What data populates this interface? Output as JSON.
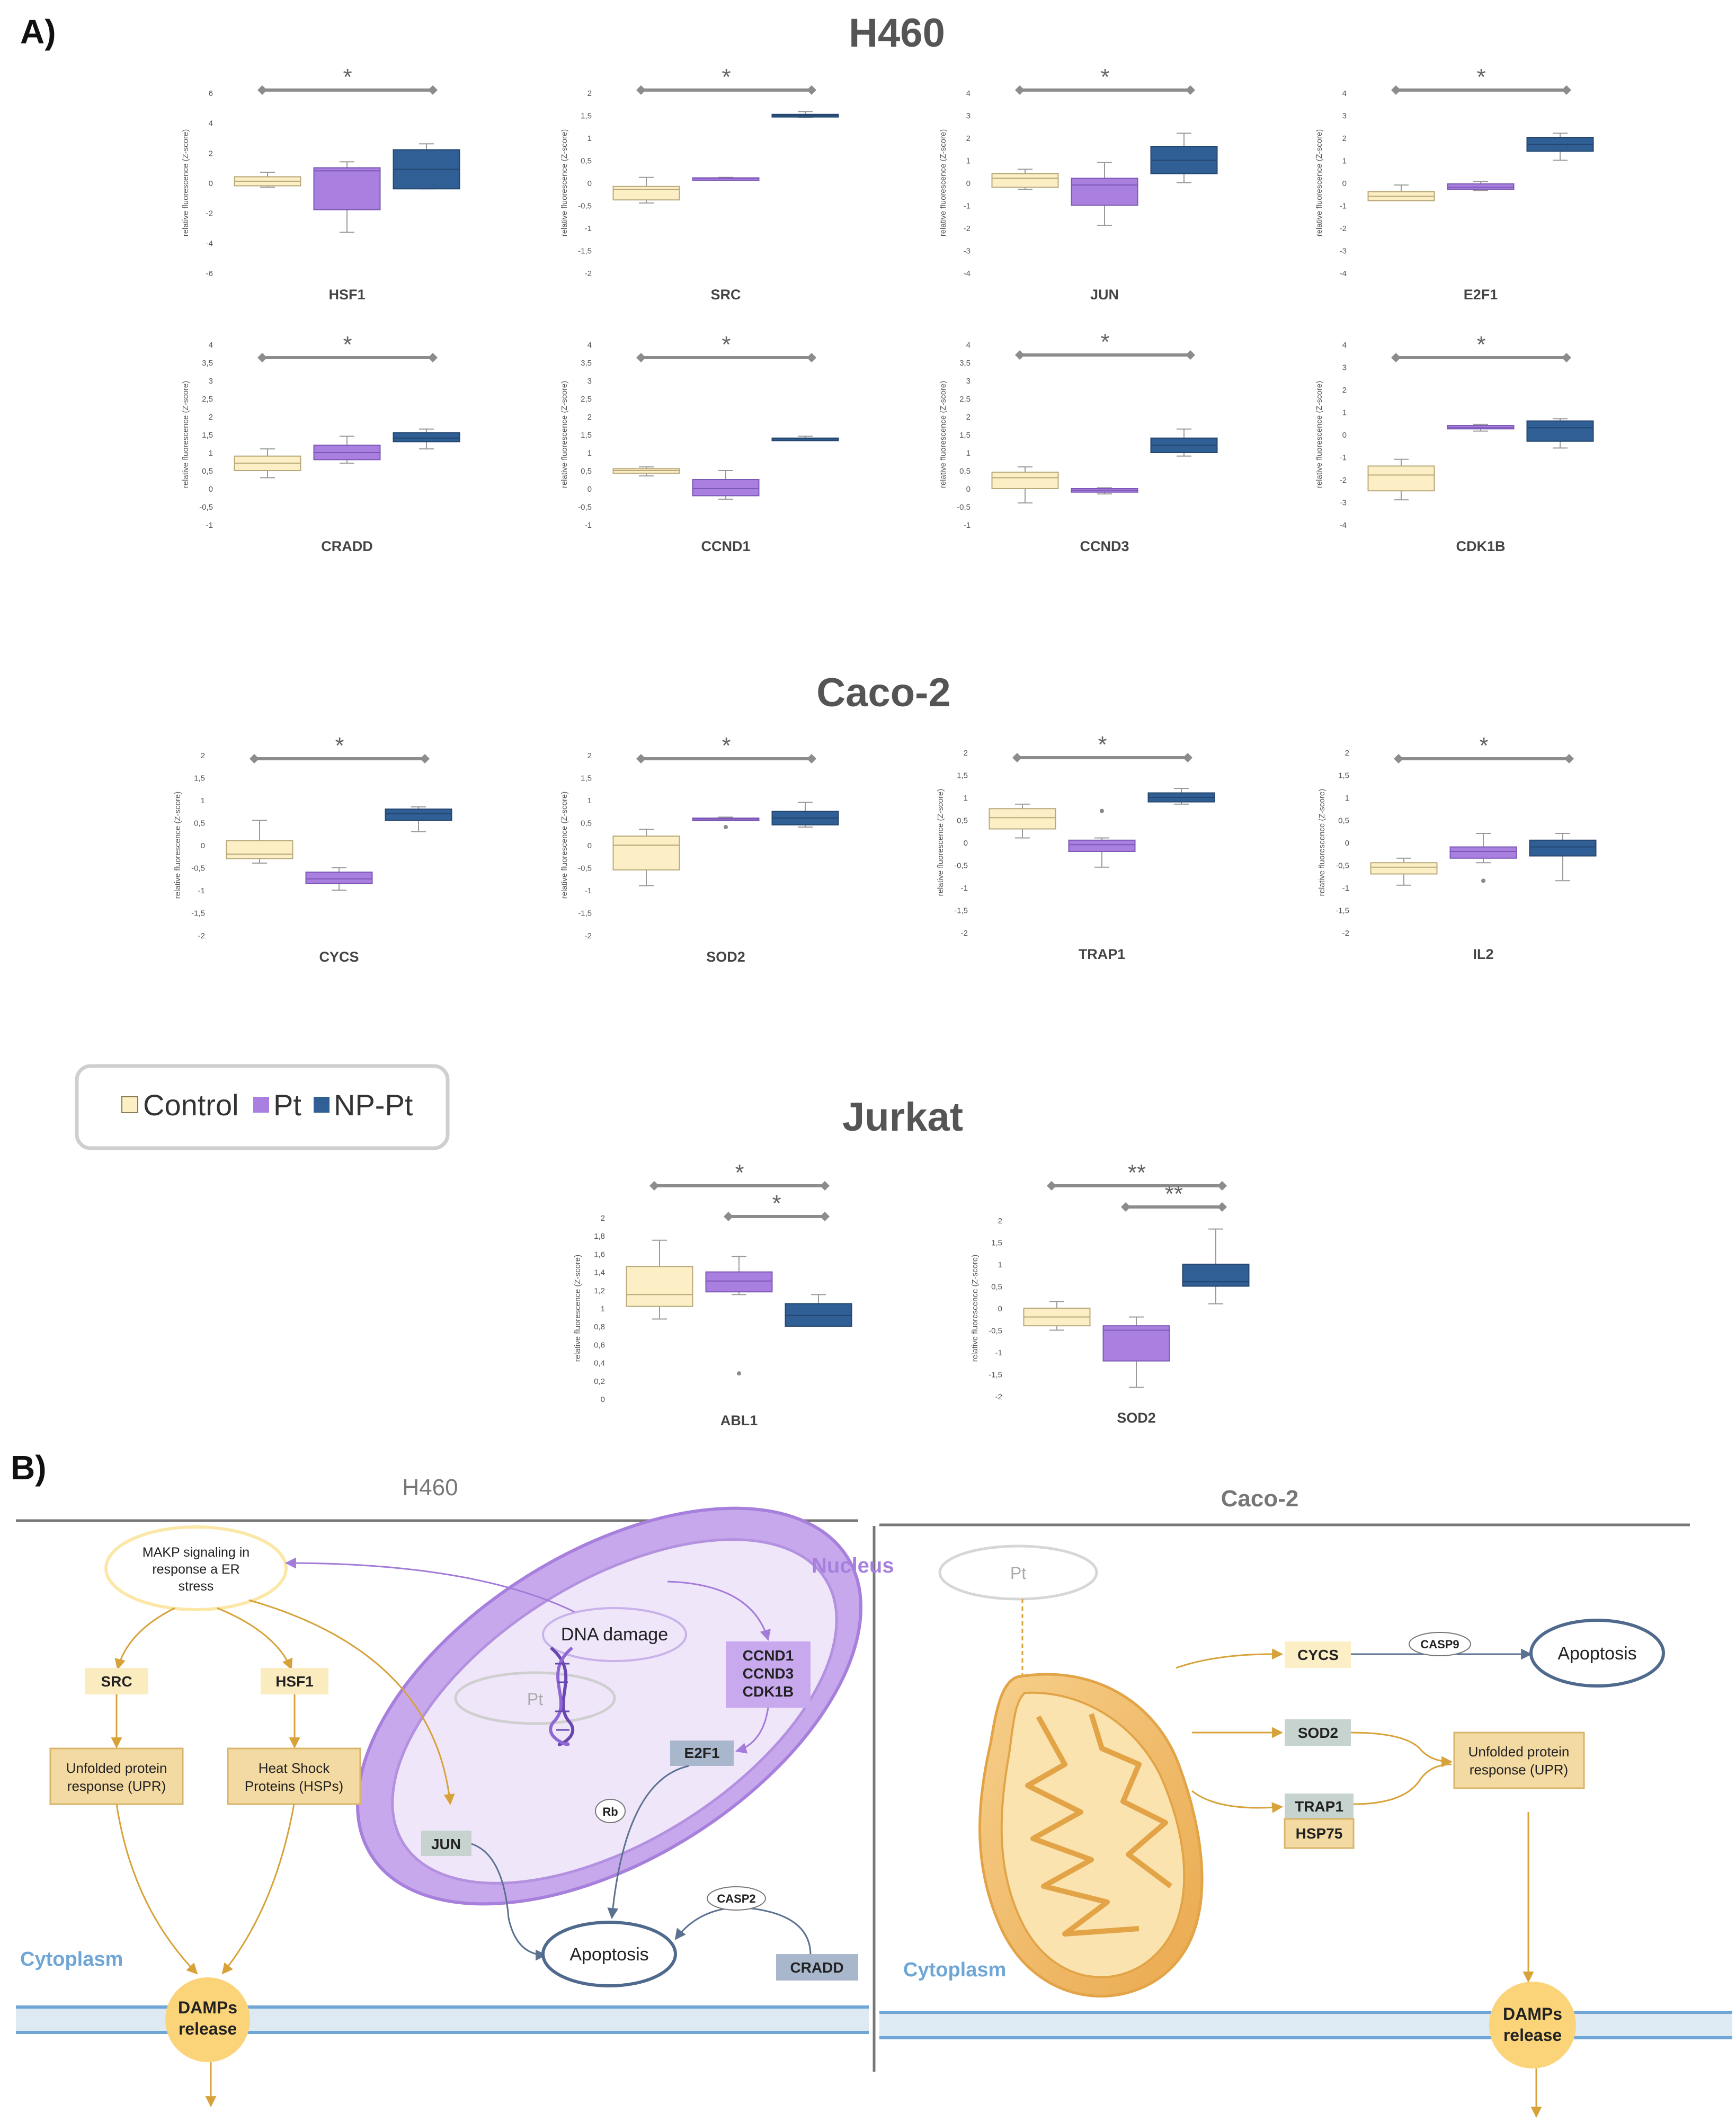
{
  "panel_a_label": "A)",
  "panel_b_label": "B)",
  "colors": {
    "control": "#fcefc6",
    "control_edge": "#b8a878",
    "pt": "#a97fe0",
    "pt_edge": "#7c58b5",
    "nppt": "#2f5f94",
    "nppt_edge": "#24456e",
    "line": "#8c8c8c"
  },
  "legend": {
    "items": [
      {
        "label": "Control",
        "color": "#fcefc6"
      },
      {
        "label": "Pt",
        "color": "#a97fe0"
      },
      {
        "label": "NP-Pt",
        "color": "#2f5f94"
      }
    ]
  },
  "sections": {
    "h460": "H460",
    "caco2": "Caco-2",
    "jurkat": "Jurkat"
  },
  "y_label_default": "relative fluorescence  (Z-score)",
  "chart_data": [
    {
      "type": "box",
      "cell_line": "H460",
      "title": "HSF1",
      "ylabel": "relative fluorescence  (Z-score)",
      "ylim": [
        -6,
        6
      ],
      "yticks": [
        "6",
        "4",
        "2",
        "0",
        "-2",
        "-4",
        "-6"
      ],
      "significance": [
        {
          "pair": [
            "Control",
            "NP-Pt"
          ],
          "label": "*"
        }
      ],
      "series": [
        {
          "name": "Control",
          "stats": {
            "min": -0.3,
            "q1": -0.2,
            "median": 0.1,
            "q3": 0.4,
            "max": 0.7
          }
        },
        {
          "name": "Pt",
          "stats": {
            "min": -3.3,
            "q1": -1.8,
            "median": 0.8,
            "q3": 1.0,
            "max": 1.4
          }
        },
        {
          "name": "NP-Pt",
          "stats": {
            "min": -0.4,
            "q1": -0.4,
            "median": 0.9,
            "q3": 2.2,
            "max": 2.6
          }
        }
      ]
    },
    {
      "type": "box",
      "cell_line": "H460",
      "title": "SRC",
      "ylabel": "relative fluorescence  (Z-score)",
      "ylim": [
        -2,
        2
      ],
      "yticks": [
        "2",
        "1,5",
        "1",
        "0,5",
        "0",
        "-0,5",
        "-1",
        "-1,5",
        "-2"
      ],
      "significance": [
        {
          "pair": [
            "Control",
            "NP-Pt"
          ],
          "label": "*"
        }
      ],
      "series": [
        {
          "name": "Control",
          "stats": {
            "min": -0.45,
            "q1": -0.38,
            "median": -0.15,
            "q3": -0.08,
            "max": 0.12
          }
        },
        {
          "name": "Pt",
          "stats": {
            "min": 0.08,
            "q1": 0.09,
            "median": 0.1,
            "q3": 0.11,
            "max": 0.12
          }
        },
        {
          "name": "NP-Pt",
          "stats": {
            "min": 1.45,
            "q1": 1.47,
            "median": 1.5,
            "q3": 1.52,
            "max": 1.58
          }
        }
      ]
    },
    {
      "type": "box",
      "cell_line": "H460",
      "title": "JUN",
      "ylabel": "relative fluorescence  (Z-score)",
      "ylim": [
        -4,
        4
      ],
      "yticks": [
        "4",
        "3",
        "2",
        "1",
        "0",
        "-1",
        "-2",
        "-3",
        "-4"
      ],
      "significance": [
        {
          "pair": [
            "Control",
            "NP-Pt"
          ],
          "label": "*"
        }
      ],
      "series": [
        {
          "name": "Control",
          "stats": {
            "min": -0.3,
            "q1": -0.2,
            "median": 0.2,
            "q3": 0.4,
            "max": 0.6
          }
        },
        {
          "name": "Pt",
          "stats": {
            "min": -1.9,
            "q1": -1.0,
            "median": -0.1,
            "q3": 0.2,
            "max": 0.9
          }
        },
        {
          "name": "NP-Pt",
          "stats": {
            "min": 0.0,
            "q1": 0.4,
            "median": 1.0,
            "q3": 1.6,
            "max": 2.2
          }
        }
      ]
    },
    {
      "type": "box",
      "cell_line": "H460",
      "title": "E2F1",
      "ylabel": "relative fluorescence  (Z-score)",
      "ylim": [
        -4,
        4
      ],
      "yticks": [
        "4",
        "3",
        "2",
        "1",
        "0",
        "-1",
        "-2",
        "-3",
        "-4"
      ],
      "significance": [
        {
          "pair": [
            "Control",
            "NP-Pt"
          ],
          "label": "*"
        }
      ],
      "series": [
        {
          "name": "Control",
          "stats": {
            "min": -0.8,
            "q1": -0.8,
            "median": -0.6,
            "q3": -0.4,
            "max": -0.1
          }
        },
        {
          "name": "Pt",
          "stats": {
            "min": -0.35,
            "q1": -0.3,
            "median": -0.2,
            "q3": -0.05,
            "max": 0.05
          }
        },
        {
          "name": "NP-Pt",
          "stats": {
            "min": 1.0,
            "q1": 1.4,
            "median": 1.7,
            "q3": 2.0,
            "max": 2.2
          }
        }
      ]
    },
    {
      "type": "box",
      "cell_line": "H460",
      "title": "CRADD",
      "ylabel": "relative fluorescence  (Z-score)",
      "ylim": [
        -1,
        4
      ],
      "yticks": [
        "4",
        "3,5",
        "3",
        "2,5",
        "2",
        "1,5",
        "1",
        "0,5",
        "0",
        "-0,5",
        "-1"
      ],
      "significance": [
        {
          "pair": [
            "Control",
            "NP-Pt"
          ],
          "label": "*"
        }
      ],
      "series": [
        {
          "name": "Control",
          "stats": {
            "min": 0.3,
            "q1": 0.5,
            "median": 0.7,
            "q3": 0.9,
            "max": 1.1
          }
        },
        {
          "name": "Pt",
          "stats": {
            "min": 0.7,
            "q1": 0.8,
            "median": 1.0,
            "q3": 1.2,
            "max": 1.45
          }
        },
        {
          "name": "NP-Pt",
          "stats": {
            "min": 1.1,
            "q1": 1.3,
            "median": 1.4,
            "q3": 1.55,
            "max": 1.65
          }
        }
      ]
    },
    {
      "type": "box",
      "cell_line": "H460",
      "title": "CCND1",
      "ylabel": "relative fluorescence  (Z-score)",
      "ylim": [
        -1,
        4
      ],
      "yticks": [
        "4",
        "3,5",
        "3",
        "2,5",
        "2",
        "1,5",
        "1",
        "0,5",
        "0",
        "-0,5",
        "-1"
      ],
      "significance": [
        {
          "pair": [
            "Control",
            "NP-Pt"
          ],
          "label": "*"
        }
      ],
      "series": [
        {
          "name": "Control",
          "stats": {
            "min": 0.35,
            "q1": 0.42,
            "median": 0.5,
            "q3": 0.55,
            "max": 0.6
          }
        },
        {
          "name": "Pt",
          "stats": {
            "min": -0.3,
            "q1": -0.2,
            "median": 0.0,
            "q3": 0.25,
            "max": 0.5
          }
        },
        {
          "name": "NP-Pt",
          "stats": {
            "min": 1.33,
            "q1": 1.35,
            "median": 1.38,
            "q3": 1.4,
            "max": 1.45
          }
        }
      ]
    },
    {
      "type": "box",
      "cell_line": "H460",
      "title": "CCND3",
      "ylabel": "relative fluorescence  (Z-score)",
      "ylim": [
        -1,
        4
      ],
      "yticks": [
        "4",
        "3,5",
        "3",
        "2,5",
        "2",
        "1,5",
        "1",
        "0,5",
        "0",
        "-0,5",
        "-1"
      ],
      "significance": [
        {
          "pair": [
            "Control",
            "NP-Pt"
          ],
          "label": "*"
        }
      ],
      "series": [
        {
          "name": "Control",
          "stats": {
            "min": -0.4,
            "q1": 0.0,
            "median": 0.3,
            "q3": 0.45,
            "max": 0.6
          }
        },
        {
          "name": "Pt",
          "stats": {
            "min": -0.15,
            "q1": -0.1,
            "median": -0.05,
            "q3": 0.0,
            "max": 0.02
          }
        },
        {
          "name": "NP-Pt",
          "stats": {
            "min": 0.9,
            "q1": 1.0,
            "median": 1.2,
            "q3": 1.4,
            "max": 1.65
          }
        }
      ]
    },
    {
      "type": "box",
      "cell_line": "H460",
      "title": "CDK1B",
      "ylabel": "relative fluorescence  (Z-score)",
      "ylim": [
        -4,
        4
      ],
      "yticks": [
        "4",
        "3",
        "2",
        "1",
        "0",
        "-1",
        "-2",
        "-3",
        "-4"
      ],
      "significance": [
        {
          "pair": [
            "Control",
            "NP-Pt"
          ],
          "label": "*"
        }
      ],
      "series": [
        {
          "name": "Control",
          "stats": {
            "min": -2.9,
            "q1": -2.5,
            "median": -1.8,
            "q3": -1.4,
            "max": -1.1
          }
        },
        {
          "name": "Pt",
          "stats": {
            "min": 0.15,
            "q1": 0.25,
            "median": 0.3,
            "q3": 0.4,
            "max": 0.45
          }
        },
        {
          "name": "NP-Pt",
          "stats": {
            "min": -0.6,
            "q1": -0.3,
            "median": 0.3,
            "q3": 0.6,
            "max": 0.7
          }
        }
      ]
    },
    {
      "type": "box",
      "cell_line": "Caco-2",
      "title": "CYCS",
      "ylabel": "relative fluorescence  (Z-score)",
      "ylim": [
        -2,
        2
      ],
      "yticks": [
        "2",
        "1,5",
        "1",
        "0,5",
        "0",
        "-0,5",
        "-1",
        "-1,5",
        "-2"
      ],
      "significance": [
        {
          "pair": [
            "Control",
            "NP-Pt"
          ],
          "label": "*"
        }
      ],
      "series": [
        {
          "name": "Control",
          "stats": {
            "min": -0.4,
            "q1": -0.3,
            "median": -0.2,
            "q3": 0.1,
            "max": 0.55
          }
        },
        {
          "name": "Pt",
          "stats": {
            "min": -1.0,
            "q1": -0.85,
            "median": -0.75,
            "q3": -0.6,
            "max": -0.5
          }
        },
        {
          "name": "NP-Pt",
          "stats": {
            "min": 0.3,
            "q1": 0.55,
            "median": 0.7,
            "q3": 0.8,
            "max": 0.85
          }
        }
      ]
    },
    {
      "type": "box",
      "cell_line": "Caco-2",
      "title": "SOD2",
      "ylabel": "relative fluorescence  (Z-score)",
      "ylim": [
        -2,
        2
      ],
      "yticks": [
        "2",
        "1,5",
        "1",
        "0,5",
        "0",
        "-0,5",
        "-1",
        "-1,5",
        "-2"
      ],
      "significance": [
        {
          "pair": [
            "Control",
            "NP-Pt"
          ],
          "label": "*"
        }
      ],
      "series": [
        {
          "name": "Control",
          "stats": {
            "min": -0.9,
            "q1": -0.55,
            "median": 0.0,
            "q3": 0.2,
            "max": 0.35
          }
        },
        {
          "name": "Pt",
          "stats": {
            "min": 0.55,
            "q1": 0.56,
            "median": 0.58,
            "q3": 0.6,
            "max": 0.62
          },
          "outliers": [
            0.4
          ]
        },
        {
          "name": "NP-Pt",
          "stats": {
            "min": 0.4,
            "q1": 0.45,
            "median": 0.6,
            "q3": 0.75,
            "max": 0.95
          }
        }
      ]
    },
    {
      "type": "box",
      "cell_line": "Caco-2",
      "title": "TRAP1",
      "ylabel": "relative fluorescence  (Z-score)",
      "ylim": [
        -2,
        2
      ],
      "yticks": [
        "2",
        "1,5",
        "1",
        "0,5",
        "0",
        "-0,5",
        "-1",
        "-1,5",
        "-2"
      ],
      "significance": [
        {
          "pair": [
            "Control",
            "NP-Pt"
          ],
          "label": "*"
        }
      ],
      "series": [
        {
          "name": "Control",
          "stats": {
            "min": 0.1,
            "q1": 0.3,
            "median": 0.55,
            "q3": 0.75,
            "max": 0.85
          }
        },
        {
          "name": "Pt",
          "stats": {
            "min": -0.55,
            "q1": -0.2,
            "median": -0.05,
            "q3": 0.05,
            "max": 0.1
          },
          "outliers": [
            0.7
          ]
        },
        {
          "name": "NP-Pt",
          "stats": {
            "min": 0.85,
            "q1": 0.9,
            "median": 1.0,
            "q3": 1.1,
            "max": 1.2
          }
        }
      ]
    },
    {
      "type": "box",
      "cell_line": "Caco-2",
      "title": "IL2",
      "ylabel": "relative fluorescence  (Z-score)",
      "ylim": [
        -2,
        2
      ],
      "yticks": [
        "2",
        "1,5",
        "1",
        "0,5",
        "0",
        "-0,5",
        "-1",
        "-1,5",
        "-2"
      ],
      "significance": [
        {
          "pair": [
            "Control",
            "NP-Pt"
          ],
          "label": "*"
        }
      ],
      "series": [
        {
          "name": "Control",
          "stats": {
            "min": -0.95,
            "q1": -0.7,
            "median": -0.55,
            "q3": -0.45,
            "max": -0.35
          }
        },
        {
          "name": "Pt",
          "stats": {
            "min": -0.45,
            "q1": -0.35,
            "median": -0.2,
            "q3": -0.1,
            "max": 0.2
          },
          "outliers": [
            -0.85
          ]
        },
        {
          "name": "NP-Pt",
          "stats": {
            "min": -0.85,
            "q1": -0.3,
            "median": -0.1,
            "q3": 0.05,
            "max": 0.2
          }
        }
      ]
    },
    {
      "type": "box",
      "cell_line": "Jurkat",
      "title": "ABL1",
      "ylabel": "relative fluorescence  (Z-score)",
      "ylim": [
        0,
        2
      ],
      "yticks": [
        "2",
        "1,8",
        "1,6",
        "1,4",
        "1,2",
        "1",
        "0,8",
        "0,6",
        "0,4",
        "0,2",
        "0"
      ],
      "significance": [
        {
          "pair": [
            "Control",
            "NP-Pt"
          ],
          "label": "*"
        },
        {
          "pair": [
            "Pt",
            "NP-Pt"
          ],
          "label": "*"
        }
      ],
      "series": [
        {
          "name": "Control",
          "stats": {
            "min": 0.88,
            "q1": 1.02,
            "median": 1.15,
            "q3": 1.46,
            "max": 1.75
          }
        },
        {
          "name": "Pt",
          "stats": {
            "min": 1.15,
            "q1": 1.18,
            "median": 1.3,
            "q3": 1.4,
            "max": 1.57
          },
          "outliers": [
            0.28
          ]
        },
        {
          "name": "NP-Pt",
          "stats": {
            "min": 0.8,
            "q1": 0.8,
            "median": 0.92,
            "q3": 1.05,
            "max": 1.15
          }
        }
      ]
    },
    {
      "type": "box",
      "cell_line": "Jurkat",
      "title": "SOD2",
      "ylabel": "relative fluorescence  (Z-score)",
      "ylim": [
        -2,
        2
      ],
      "yticks": [
        "2",
        "1,5",
        "1",
        "0,5",
        "0",
        "-0,5",
        "-1",
        "-1,5",
        "-2"
      ],
      "significance": [
        {
          "pair": [
            "Control",
            "NP-Pt"
          ],
          "label": "**"
        },
        {
          "pair": [
            "Pt",
            "NP-Pt"
          ],
          "label": "**"
        }
      ],
      "series": [
        {
          "name": "Control",
          "stats": {
            "min": -0.5,
            "q1": -0.4,
            "median": -0.2,
            "q3": 0.0,
            "max": 0.15
          }
        },
        {
          "name": "Pt",
          "stats": {
            "min": -1.8,
            "q1": -1.2,
            "median": -0.5,
            "q3": -0.4,
            "max": -0.2
          }
        },
        {
          "name": "NP-Pt",
          "stats": {
            "min": 0.1,
            "q1": 0.5,
            "median": 0.6,
            "q3": 1.0,
            "max": 1.8
          }
        }
      ]
    }
  ],
  "diagram": {
    "h460_title": "H460",
    "caco2_title": "Caco-2",
    "nucleus": "Nucleus",
    "cytoplasm": "Cytoplasm",
    "makp": [
      "MAKP signaling  in",
      "response a ER",
      "stress"
    ],
    "src": "SRC",
    "hsf1": "HSF1",
    "upr_left": [
      "Unfolded protein",
      "response (UPR)"
    ],
    "hsp": [
      "Heat Shock",
      "Proteins (HSPs)"
    ],
    "dna_damage": "DNA damage",
    "pt": "Pt",
    "ccnd": [
      "CCND1",
      "CCND3",
      "CDK1B"
    ],
    "e2f1": "E2F1",
    "rb": "Rb",
    "jun": "JUN",
    "casp2": "CASP2",
    "apoptosis": "Apoptosis",
    "cradd": "CRADD",
    "damps": [
      "DAMPs",
      "release"
    ],
    "cycs": "CYCS",
    "casp9": "CASP9",
    "sod2": "SOD2",
    "trap1": "TRAP1",
    "hsp75": "HSP75",
    "upr_right": [
      "Unfolded protein",
      "response (UPR)"
    ]
  }
}
